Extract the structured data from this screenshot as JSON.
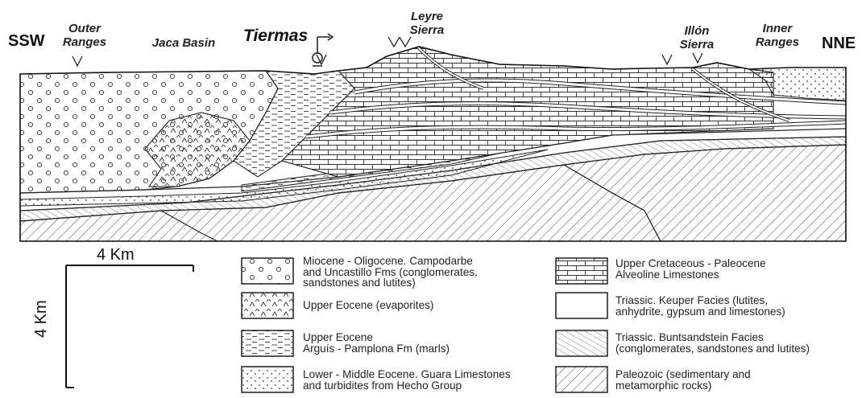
{
  "cross_section": {
    "orientation_left": "SSW",
    "orientation_right": "NNE",
    "locality": "Tiermas",
    "regions": [
      {
        "name": "Outer Ranges",
        "lines": [
          "Outer",
          "Ranges"
        ]
      },
      {
        "name": "Jaca Basin",
        "lines": [
          "Jaca Basin"
        ]
      },
      {
        "name": "Leyre Sierra",
        "lines": [
          "Leyre",
          "Sierra"
        ]
      },
      {
        "name": "Illón Sierra",
        "lines": [
          "Illón",
          "Sierra"
        ]
      },
      {
        "name": "Inner Ranges",
        "lines": [
          "Inner",
          "Ranges"
        ]
      }
    ]
  },
  "scale": {
    "horizontal": "4 Km",
    "vertical": "4 Km"
  },
  "legend": [
    {
      "pattern": "circles",
      "lines": [
        "Miocene - Oligocene. Campodarbe",
        "and Uncastillo Fms (conglomerates,",
        "sandstones and lutites)"
      ]
    },
    {
      "pattern": "carets",
      "lines": [
        "Upper Eocene (evaporites)"
      ]
    },
    {
      "pattern": "dashes",
      "lines": [
        "Upper Eocene",
        "Arguís - Pamplona Fm (marls)"
      ]
    },
    {
      "pattern": "dots",
      "lines": [
        "Lower - Middle Eocene. Guara Limestones",
        "and turbidites from Hecho Group"
      ]
    },
    {
      "pattern": "bricks",
      "lines": [
        "Upper Cretaceous - Paleocene",
        "Alveoline Limestones"
      ]
    },
    {
      "pattern": "blank",
      "lines": [
        "Triassic. Keuper Facies (lutites,",
        "anhydrite, gypsum and limestones)"
      ]
    },
    {
      "pattern": "finehatch",
      "lines": [
        "Triassic. Buntsandstein Facies",
        "(conglomerates, sandstones and lutites)"
      ]
    },
    {
      "pattern": "diaghatch",
      "lines": [
        "Paleozoic (sedimentary and",
        "metamorphic rocks)"
      ]
    }
  ]
}
